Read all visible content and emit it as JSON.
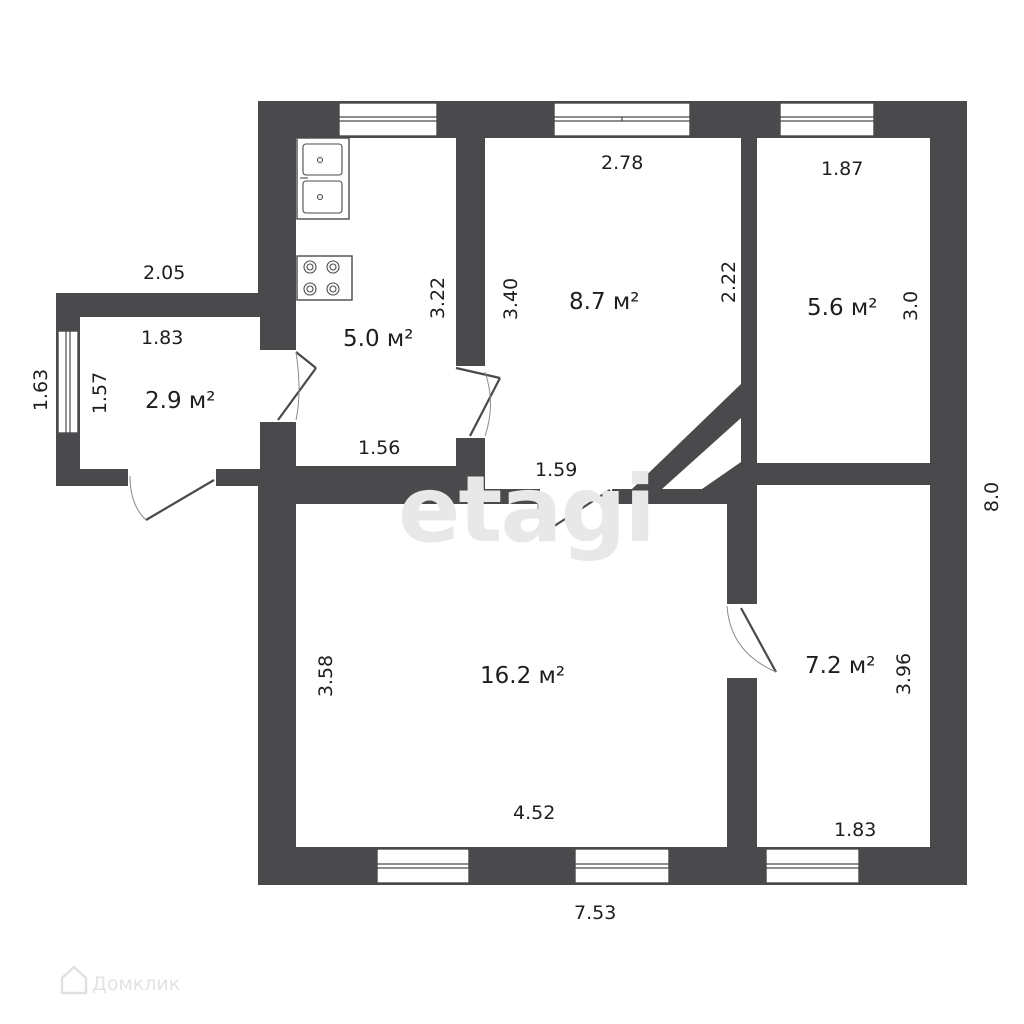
{
  "plan": {
    "rooms": [
      {
        "id": "entry",
        "area": "2.9",
        "unit": "м²"
      },
      {
        "id": "kitchen",
        "area": "5.0",
        "unit": "м²"
      },
      {
        "id": "center",
        "area": "8.7",
        "unit": "м²"
      },
      {
        "id": "topright",
        "area": "5.6",
        "unit": "м²"
      },
      {
        "id": "big",
        "area": "16.2",
        "unit": "м²"
      },
      {
        "id": "bottomright",
        "area": "7.2",
        "unit": "м²"
      }
    ],
    "dims": {
      "entry_outer_top": "2.05",
      "entry_top": "1.83",
      "entry_outer_left": "1.63",
      "entry_left": "1.57",
      "kitchen_right": "3.22",
      "kitchen_bottom": "1.56",
      "center_top": "2.78",
      "center_left": "3.40",
      "center_right": "2.22",
      "center_bottom": "1.59",
      "topright_top": "1.87",
      "topright_right": "3.0",
      "overall_right": "8.0",
      "big_left": "3.58",
      "big_bottom": "4.52",
      "bottomright_right": "3.96",
      "bottomright_bottom": "1.83",
      "overall_bottom": "7.53"
    }
  },
  "watermark": "etagi",
  "brand": {
    "name": "Домклик",
    "icon": "house-icon"
  },
  "colors": {
    "wall": "#4a4a4c",
    "text": "#1e1e1e",
    "watermark": "#e8e8e8"
  }
}
